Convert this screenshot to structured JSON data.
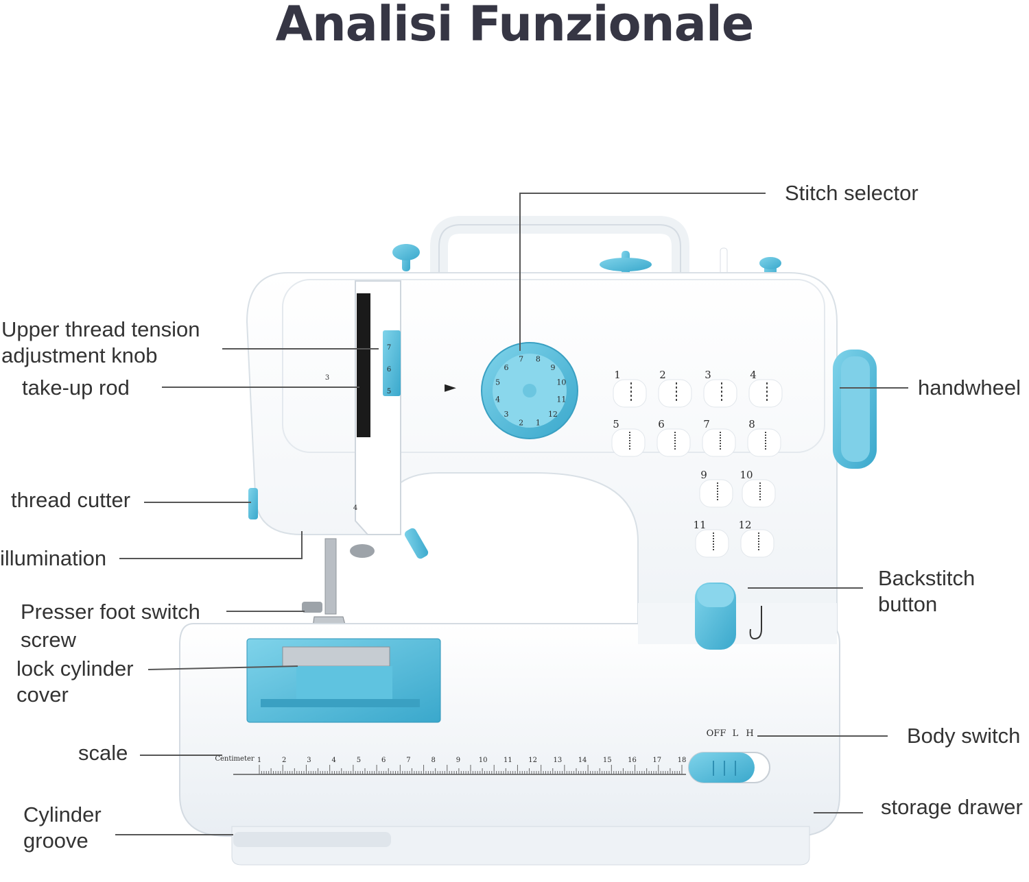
{
  "title": "Analisi Funzionale",
  "colors": {
    "accent": "#4db8d8",
    "accent_dark": "#2e9cc0",
    "body": "#f6f8fa",
    "title": "#363644",
    "leader": "#555555"
  },
  "labels": {
    "stitch_selector": "Stitch selector",
    "upper_thread_tension": [
      "Upper thread tension",
      "adjustment knob"
    ],
    "take_up_rod": "take-up rod",
    "handwheel": "handwheel",
    "thread_cutter": "thread cutter",
    "illumination": "illumination",
    "backstitch_button": [
      "Backstitch",
      "button"
    ],
    "presser_foot_switch_screw": [
      "Presser foot switch",
      "screw"
    ],
    "lock_cylinder_cover": [
      "lock cylinder",
      "cover"
    ],
    "body_switch": "Body switch",
    "scale": "scale",
    "storage_drawer": "storage drawer",
    "cylinder_groove": [
      "Cylinder",
      "groove"
    ]
  },
  "machine": {
    "stitch_numbers": [
      "1",
      "2",
      "3",
      "4",
      "5",
      "6",
      "7",
      "8",
      "9",
      "10",
      "11",
      "12"
    ],
    "dial_numbers": [
      "8",
      "9",
      "10",
      "11",
      "12",
      "1",
      "2",
      "3",
      "4",
      "5",
      "6",
      "7"
    ],
    "tension_numbers": [
      "7",
      "6",
      "5"
    ],
    "switch_labels": [
      "OFF",
      "L",
      "H"
    ],
    "ruler_unit": "Centimeter",
    "ruler_numbers": [
      "1",
      "2",
      "3",
      "4",
      "5",
      "6",
      "7",
      "8",
      "9",
      "10",
      "11",
      "12",
      "13",
      "14",
      "15",
      "16",
      "17",
      "18"
    ],
    "side_marks": [
      "3",
      "4"
    ]
  }
}
